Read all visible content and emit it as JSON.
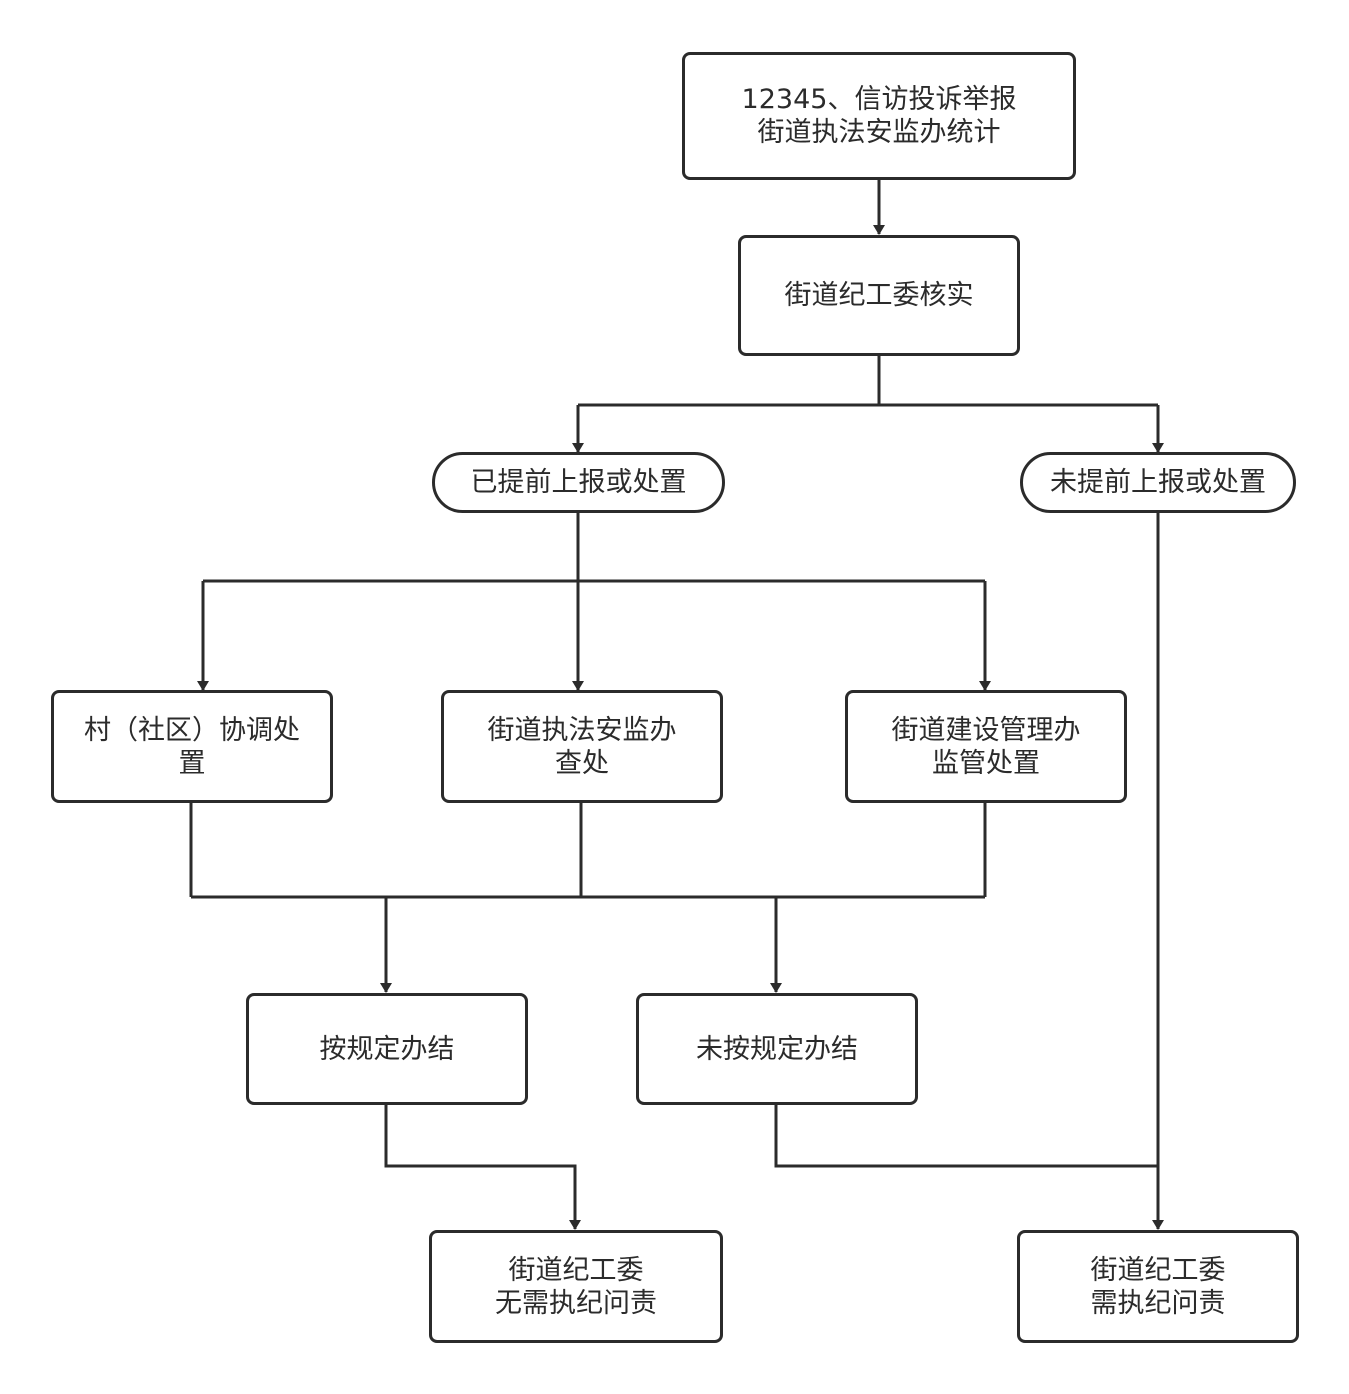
{
  "colors": {
    "stroke": "#2b2b2b",
    "text": "#2b2b2b",
    "background": "#ffffff"
  },
  "nodes": {
    "source": {
      "line1": "12345、信访投诉举报",
      "line2": "街道执法安监办统计"
    },
    "verify": {
      "line1": "街道纪工委核实"
    },
    "reported": {
      "line1": "已提前上报或处置"
    },
    "not_reported": {
      "line1": "未提前上报或处置"
    },
    "village": {
      "line1": "村（社区）协调处",
      "line2": "置"
    },
    "enforcement": {
      "line1": "街道执法安监办",
      "line2": "查处"
    },
    "construction": {
      "line1": "街道建设管理办",
      "line2": "监管处置"
    },
    "compliant": {
      "line1": "按规定办结"
    },
    "noncompliant": {
      "line1": "未按规定办结"
    },
    "no_accountability": {
      "line1": "街道纪工委",
      "line2": "无需执纪问责"
    },
    "accountability": {
      "line1": "街道纪工委",
      "line2": "需执纪问责"
    }
  }
}
